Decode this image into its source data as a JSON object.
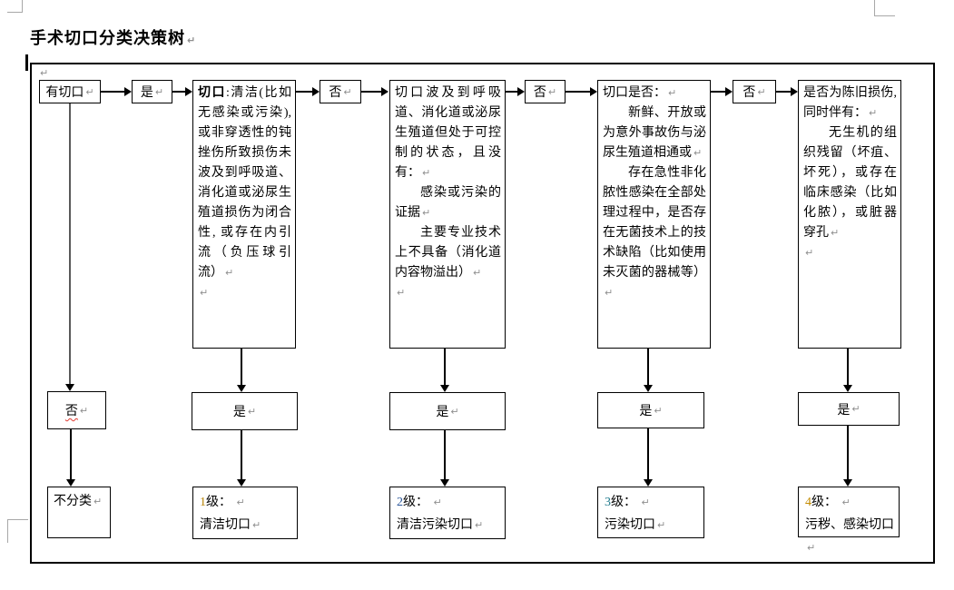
{
  "page": {
    "title": "手术切口分类决策树"
  },
  "marks": {
    "pilcrow": "↵"
  },
  "labels": {
    "yes": "是",
    "no": "否"
  },
  "flow": {
    "start": "有切口",
    "unclassified": "不分类",
    "q1": {
      "bold": "切口",
      "text": ":清洁(比如无感染或污染), 或非穿透性的钝挫伤所致损伤未波及到呼吸道、消化道或泌尿生殖道损伤为闭合性, 或存在内引流（负压球引流）"
    },
    "q2": {
      "p1": "切口波及到呼吸道、消化道或泌尿生殖道但处于可控制的状态，且没有：",
      "p2": "感染或污染的证据",
      "p3": "主要专业技术上不具备（消化道内容物溢出）"
    },
    "q3": {
      "p1": "切口是否：",
      "p2": "新鲜、开放或为意外事故伤与泌尿生殖道相通或",
      "p3": "存在急性非化脓性感染在全部处理过程中，是否存在无菌技术上的技术缺陷（比如使用未灭菌的器械等）"
    },
    "q4": {
      "p1": "是否为陈旧损伤,同时伴有：",
      "p2": "无生机的组织残留（坏疽、坏死），或存在临床感染（比如化脓），或脏器穿孔"
    },
    "levels": {
      "l1": {
        "num": "1",
        "suffix": "级：",
        "name": "清洁切口",
        "num_color": "#b8860b"
      },
      "l2": {
        "num": "2",
        "suffix": "级：",
        "name": "清洁污染切口",
        "num_color": "#2b579a"
      },
      "l3": {
        "num": "3",
        "suffix": "级：",
        "name": "污染切口",
        "num_color": "#1f7a8c"
      },
      "l4": {
        "num": "4",
        "suffix": "级：",
        "name": "污秽、感染切口",
        "num_color": "#c28a00"
      }
    }
  }
}
